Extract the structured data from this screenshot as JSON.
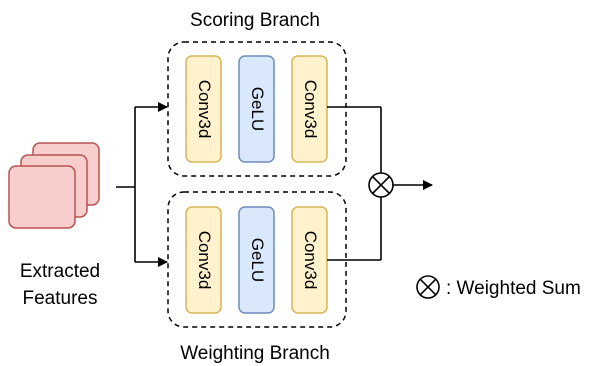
{
  "diagram": {
    "input": {
      "label_line1": "Extracted",
      "label_line2": "Features",
      "color": "#f8cecc",
      "stroke": "#b85450"
    },
    "scoring_branch": {
      "title": "Scoring Branch",
      "blocks": [
        "Conv3d",
        "GeLU",
        "Conv3d"
      ]
    },
    "weighting_branch": {
      "title": "Weighting Branch",
      "blocks": [
        "Conv3d",
        "GeLU",
        "Conv3d"
      ]
    },
    "legend": {
      "symbol": "⊗",
      "text": ": Weighted Sum"
    },
    "colors": {
      "conv_fill": "#fff2cc",
      "conv_stroke": "#d6b656",
      "gelu_fill": "#dae8fc",
      "gelu_stroke": "#6c8ebf"
    }
  }
}
